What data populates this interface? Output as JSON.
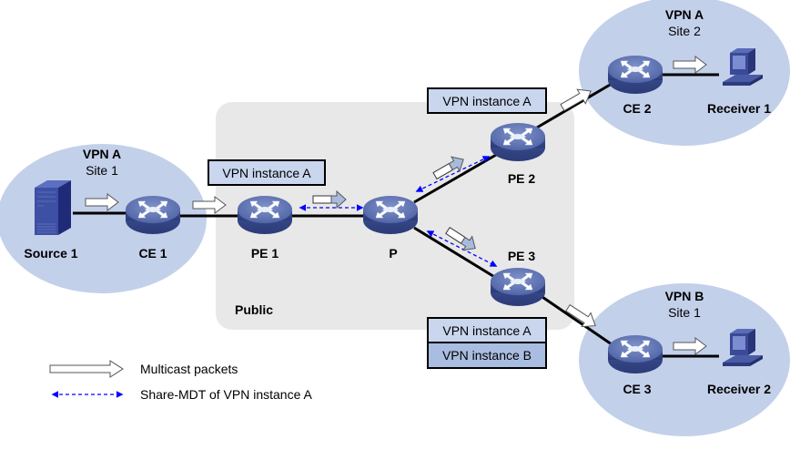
{
  "sites": [
    {
      "id": "vpn-a-site-1",
      "vpn": "VPN A",
      "site": "Site 1"
    },
    {
      "id": "vpn-a-site-2",
      "vpn": "VPN A",
      "site": "Site 2"
    },
    {
      "id": "vpn-b-site-1",
      "vpn": "VPN B",
      "site": "Site 1"
    }
  ],
  "public_area": {
    "label": "Public"
  },
  "devices": {
    "source1": {
      "label": "Source 1",
      "icon": "server-icon"
    },
    "ce1": {
      "label": "CE 1",
      "icon": "router-icon"
    },
    "pe1": {
      "label": "PE 1",
      "icon": "router-icon"
    },
    "p": {
      "label": "P",
      "icon": "router-icon"
    },
    "pe2": {
      "label": "PE 2",
      "icon": "router-icon"
    },
    "pe3": {
      "label": "PE 3",
      "icon": "router-icon"
    },
    "ce2": {
      "label": "CE 2",
      "icon": "router-icon"
    },
    "ce3": {
      "label": "CE 3",
      "icon": "router-icon"
    },
    "receiver1": {
      "label": "Receiver 1",
      "icon": "pc-icon"
    },
    "receiver2": {
      "label": "Receiver 2",
      "icon": "pc-icon"
    }
  },
  "instance_boxes": {
    "pe1": [
      "VPN instance A"
    ],
    "pe2": [
      "VPN instance A"
    ],
    "pe3": [
      "VPN instance A",
      "VPN instance B"
    ]
  },
  "legend": {
    "multicast": "Multicast packets",
    "share_mdt": "Share-MDT of VPN instance A"
  },
  "colors": {
    "site_fill": "#c3d0ea",
    "public_fill": "#e8e8e8",
    "router_blue": "#5a6fae",
    "instance_a_fill": "#c9d6ee",
    "instance_b_fill": "#a9bde0",
    "mdt_blue": "#0000ff"
  }
}
